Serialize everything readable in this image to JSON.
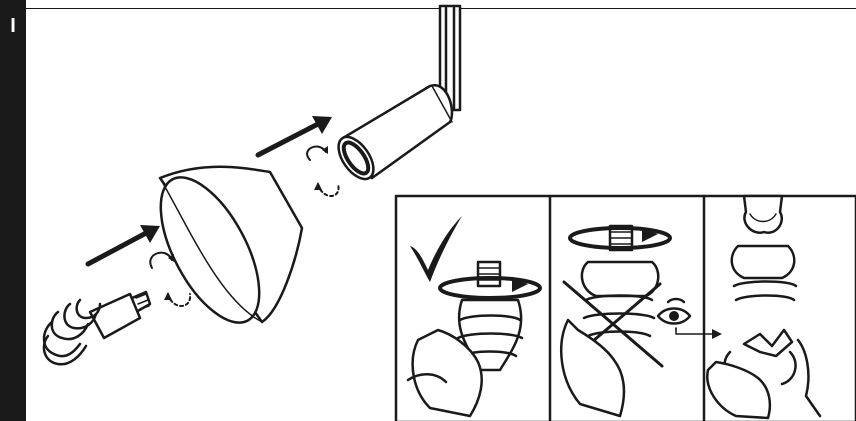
{
  "side_tab": {
    "letter": "I",
    "color": "#1a1a1a"
  },
  "colors": {
    "ink": "#1a1a1a",
    "paper": "#ffffff"
  },
  "illustrations": {
    "assembly": [
      "track-adapter",
      "spotlight-head",
      "reflector-shade",
      "cfl-spiral-bulb",
      "insert-arrow",
      "screw-rotation-arrow"
    ],
    "panels": [
      {
        "name": "correct-install-panel",
        "mark": "checkmark-icon"
      },
      {
        "name": "wrong-grip-panel",
        "mark": "cross-icon"
      },
      {
        "name": "broken-glass-panel",
        "mark": "eye-icon"
      }
    ]
  }
}
